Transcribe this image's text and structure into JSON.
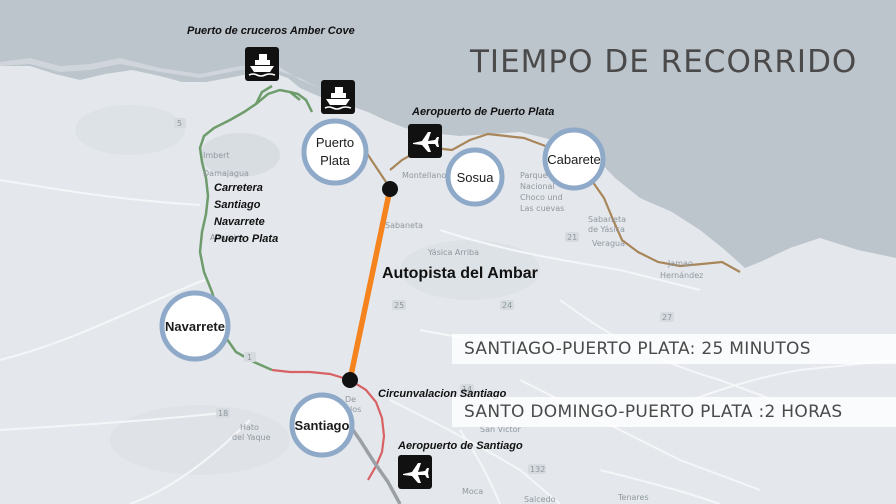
{
  "title": "TIEMPO DE RECORRIDO",
  "cities": {
    "puerto_plata_line1": "Puerto",
    "puerto_plata_line2": "Plata",
    "sosua": "Sosua",
    "cabarete": "Cabarete",
    "navarrete": "Navarrete",
    "santiago": "Santiago"
  },
  "labels": {
    "amber_cove": "Puerto de cruceros Amber Cove",
    "airport_puerto_plata": "Aeropuerto de Puerto Plata",
    "airport_santiago": "Aeropuerto de Santiago",
    "carretera_line1": "Carretera",
    "carretera_line2": "Santiago",
    "carretera_line3": "Navarrete",
    "carretera_line4": "Puerto Plata",
    "autopista": "Autopista del Ambar",
    "circunvalacion": "Circunvalacion Santiago"
  },
  "travel_times": {
    "santiago_puerto_plata": "SANTIAGO-PUERTO PLATA: 25 MINUTOS",
    "santo_domingo_puerto_plata": "SANTO DOMINGO-PUERTO PLATA :2 HORAS"
  },
  "basemap_text": {
    "imbert": "Imbert",
    "damajagua": "Damajagua",
    "altamira": "Altamira",
    "montellano": "Montellano",
    "sabaneta": "Sabaneta",
    "yasica_arriba": "Yásica Arriba",
    "parque_line1": "Parque",
    "parque_line2": "Nacional",
    "parque_line3": "Choco und",
    "parque_line4": "Las cuevas",
    "sabaneta_yasica_1": "Sabaneta",
    "sabaneta_yasica_2": "de Yásica",
    "veragua": "Veragua",
    "jamao_1": "Jamao",
    "jamao_2": "Hernández",
    "hato_del_yaque_1": "Hato",
    "hato_del_yaque_2": "del Yaque",
    "san_victor": "San Victor",
    "moca": "Moca",
    "salcedo": "Salcedo",
    "tenares": "Tenares",
    "de": "De",
    "los": "los",
    "route_5": "5",
    "route_21": "21",
    "route_25": "25",
    "route_27": "27",
    "route_132": "132",
    "route_18": "18",
    "route_1": "1",
    "route_14": "14",
    "route_24": "24"
  },
  "colors": {
    "water": "#bcc4cc",
    "land": "#e4e8ec",
    "autopista": "#f5841f",
    "carretera": "#6e9c6c",
    "coast_road": "#a8865a",
    "circunvalacion": "#d76163",
    "circle_border": "#8fa9c9"
  },
  "icons": {
    "cruise_ship": "cruise-ship-icon",
    "airplane": "airplane-icon",
    "junction": "junction-dot"
  }
}
